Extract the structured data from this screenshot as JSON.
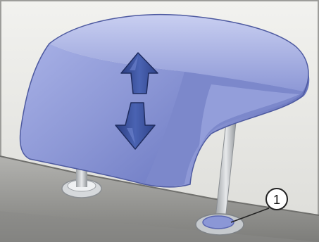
{
  "diagram": {
    "callouts": [
      {
        "label": "1",
        "target": "headrest-post-release-button"
      }
    ],
    "arrows": [
      {
        "direction": "up",
        "meaning": "raise-headrest"
      },
      {
        "direction": "down",
        "meaning": "lower-headrest"
      }
    ],
    "colors": {
      "headrest_fill": "#8e9ad8",
      "headrest_highlight": "#c4cbef",
      "headrest_shadow": "#5f6cb8",
      "arrow_fill": "#3e56a3",
      "arrow_dark": "#25356f",
      "seat_fill": "#9a9a98",
      "seat_dark": "#6f6f6d",
      "background": "#e7e7e4",
      "post_fill": "#c9cccf",
      "callout_stroke": "#222222"
    }
  }
}
